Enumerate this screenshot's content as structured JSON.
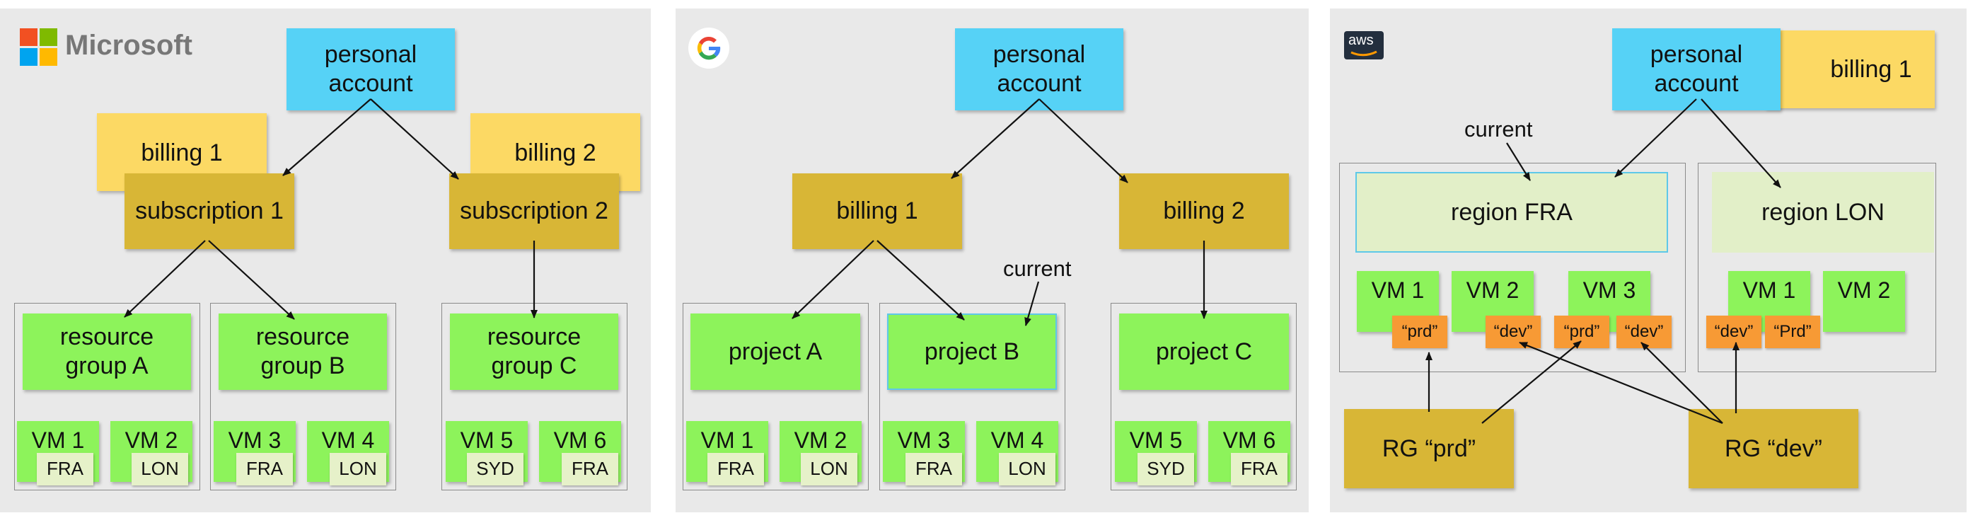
{
  "microsoft": {
    "logo_text": "Microsoft",
    "personal_account": "personal account",
    "billing_1": "billing 1",
    "billing_2": "billing 2",
    "subscription_1": "subscription 1",
    "subscription_2": "subscription 2",
    "rg_a": "resource group A",
    "rg_b": "resource group B",
    "rg_c": "resource group C",
    "vms": [
      {
        "name": "VM 1",
        "loc": "FRA"
      },
      {
        "name": "VM 2",
        "loc": "LON"
      },
      {
        "name": "VM 3",
        "loc": "FRA"
      },
      {
        "name": "VM 4",
        "loc": "LON"
      },
      {
        "name": "VM 5",
        "loc": "SYD"
      },
      {
        "name": "VM 6",
        "loc": "FRA"
      }
    ]
  },
  "google": {
    "personal_account": "personal account",
    "billing_1": "billing 1",
    "billing_2": "billing 2",
    "project_a": "project A",
    "project_b": "project B",
    "project_c": "project C",
    "current_label": "current",
    "vms": [
      {
        "name": "VM 1",
        "loc": "FRA"
      },
      {
        "name": "VM 2",
        "loc": "LON"
      },
      {
        "name": "VM 3",
        "loc": "FRA"
      },
      {
        "name": "VM 4",
        "loc": "LON"
      },
      {
        "name": "VM 5",
        "loc": "SYD"
      },
      {
        "name": "VM 6",
        "loc": "FRA"
      }
    ]
  },
  "aws": {
    "logo_text": "aws",
    "personal_account": "personal account",
    "billing_1": "billing 1",
    "current_label": "current",
    "region_fra": "region FRA",
    "region_lon": "region LON",
    "vm1": "VM 1",
    "vm2": "VM 2",
    "vm3": "VM 3",
    "lon_vm1": "VM 1",
    "lon_vm2": "VM 2",
    "tag_prd": "“prd”",
    "tag_dev": "“dev”",
    "tag_prd3": "“prd”",
    "tag_dev3": "“dev”",
    "tag_lon_dev": "“dev”",
    "tag_lon_prd": "“Prd”",
    "rg_prd": "RG “prd”",
    "rg_dev": "RG “dev”"
  }
}
